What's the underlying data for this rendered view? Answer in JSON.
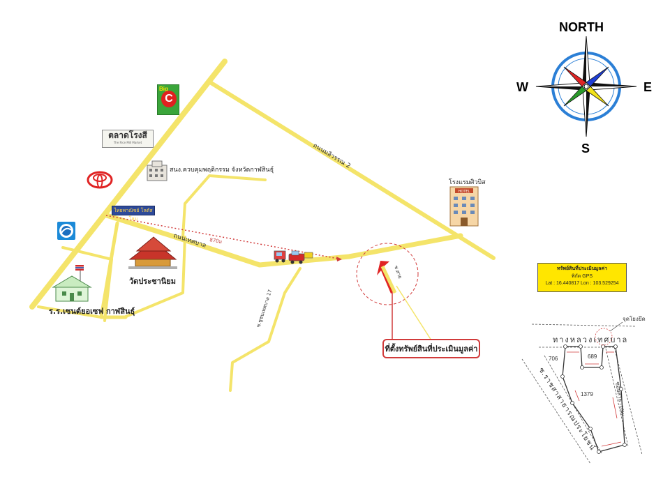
{
  "compass": {
    "north": "NORTH",
    "south": "S",
    "east": "E",
    "west": "W",
    "ring_color": "#2b7fd6",
    "petal_colors": [
      "#e02424",
      "#1f3fd6",
      "#2a9a2a",
      "#f2e21a"
    ]
  },
  "roads": {
    "main_diagonal": "ถนนมลิวรรณ 2",
    "thesaban": "ถนนเทศบาล",
    "soi": "ซ.ชูชนเทศบาล 17",
    "distance": "870ม",
    "target_road": "ซ.สาย"
  },
  "landmarks": {
    "bigc_brand": "Big",
    "bigc_letter": "C",
    "market_name": "ตลาดโรงสี",
    "market_sub": "The Rice Mill Market",
    "office_name": "สนง.ควบคุมพฤติกรรม จังหวัดกาฬสินธุ์",
    "hotel_name": "โรงแรมศิวบิส",
    "hotel_sign": "HOTEL",
    "bank_sign_a": "ไทยพาณิชย์",
    "bank_sign_b": "โลตัสโฮม",
    "temple_name": "วัดประชานิยม",
    "school_name": "ร.ร.เซนต์ยอเซฟ กาฬสินธุ์",
    "target_label": "ที่ตั้งทรัพย์สินที่ประเมินมูลค่า"
  },
  "colors": {
    "road": "#f4e46a",
    "road_edge": "#e8d24a",
    "target": "#e02424",
    "gps_box": "#ffe600"
  },
  "gps": {
    "title": "ทรัพย์สินที่ประเมินมูลค่า",
    "subtitle": "พิกัด GPS",
    "coords": "Lat : 16.440817 Lon : 103.529254"
  },
  "parcel": {
    "road_top": "ทางหลวงเทศบาล",
    "road_left": "ซ.ราชสาสาธารณประโยชน์",
    "road_right": "ซอยสาธารณะ",
    "corner_note": "จุดโยงยึด",
    "parcel_706": "706",
    "parcel_689": "689",
    "parcel_1379": "1379"
  }
}
